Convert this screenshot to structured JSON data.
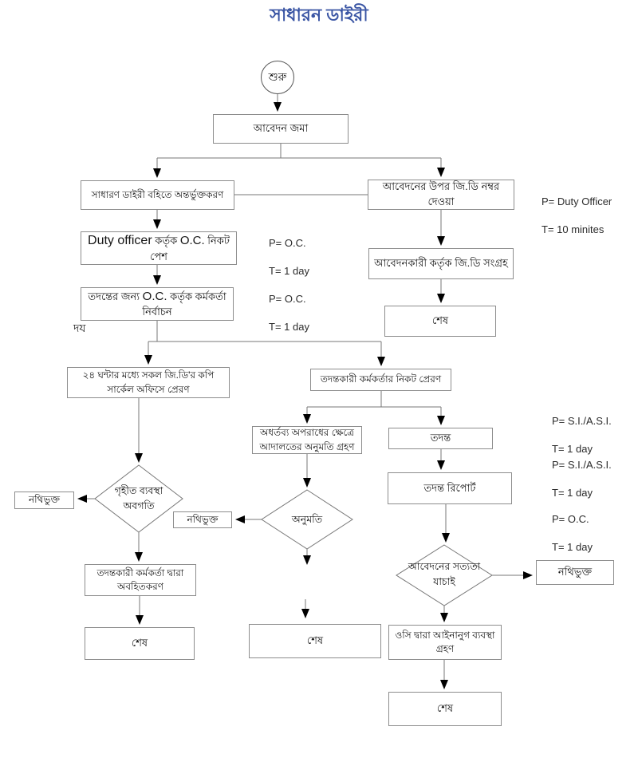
{
  "title": "সাধারন ডাইরী",
  "nodes": {
    "start": "শুরু",
    "apply_submit": "আবেদন জমা",
    "gd_entry": "সাধারণ ডাইরী বহিতে অন্তর্ভুক্তকরণ",
    "gd_number": "আবেদনের উপর জি.ডি নম্বর দেওয়া",
    "duty_officer": {
      "en1": "Duty officer",
      "bn1": " কর্তৃক ",
      "en2": "O.C.",
      "bn2": " নিকট পেশ"
    },
    "officer_select": {
      "bn1": "তদন্তের জন্য ",
      "en1": "O.C.",
      "bn2": " কর্তৃক কর্মকর্তা নির্বাচন"
    },
    "applicant_collect": "আবেদনকারী কর্তৃক জি.ডি সংগ্রহ",
    "copy_circle": "২৪ ঘন্টার মধ্যে সকল জি.ডি'র কপি সার্কেল অফিসে প্রেরণ",
    "send_io": "তদন্তকারী কর্মকর্তার নিকট প্রেরণ",
    "court_permission": "অধর্তব্য অপরাধের ক্ষেত্রে আদালতের অনুমতি গ্রহণ",
    "investigation": "তদন্ত",
    "invest_report": "তদন্ত রিপোর্ট",
    "inform": "তদন্তকারী কর্মকর্তা দ্বারা অবহিতকরণ",
    "legal_action": "ওসি দ্বারা আইনানুগ ব্যবস্থা গ্রহণ",
    "recorded": "নথিভুক্ত",
    "end": "শেষ",
    "stray_label": "দয"
  },
  "decisions": {
    "action_taken": "গৃহীত ব্যবস্থা অবগতি",
    "permission": "অনুমতি",
    "verify": "আবেদনের সত্যতা যাচাই"
  },
  "annotations": {
    "duty": {
      "p": "P= Duty Officer",
      "t": "T= 10 minites"
    },
    "oc1": {
      "p": "P= O.C.",
      "t": "T= 1 day"
    },
    "oc2": {
      "p": "P= O.C.",
      "t": "T= 1 day"
    },
    "si1": {
      "p": "P= S.I./A.S.I.",
      "t": "T= 1 day"
    },
    "si2": {
      "p": "P= S.I./A.S.I.",
      "t": "T= 1 day"
    },
    "oc3": {
      "p": "P= O.C.",
      "t": "T= 1 day"
    }
  },
  "colors": {
    "title": "#3a55a4",
    "line": "#777777",
    "arrow": "#000000",
    "box_border": "#8d8d8d"
  }
}
